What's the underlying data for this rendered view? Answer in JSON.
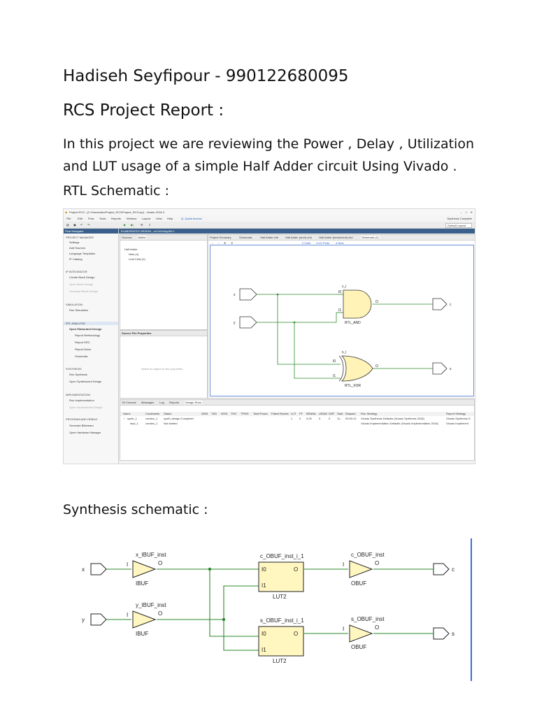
{
  "document": {
    "author_line": "Hadiseh Seyfipour - 990122680095",
    "title": "RCS Project Report :",
    "intro": "In this project we are reviewing the Power , Delay , Utilization and LUT usage of a simple Half Adder circuit Using Vivado .",
    "rtl_heading": "RTL Schematic :",
    "synthesis_heading": "Synthesis schematic :"
  },
  "vivado": {
    "window_title": "Project RCS - [C:/Users/alex/Project_RCS/Project_RCS.xpr] - Vivado 2018.3",
    "menu": [
      "File",
      "Edit",
      "Flow",
      "Tools",
      "Reports",
      "Window",
      "Layout",
      "View",
      "Help"
    ],
    "quick_access": "Q- Quick Access",
    "status_right": "Synthesis Complete",
    "layout_select": "Default Layout",
    "flow_navigator": {
      "header": "Flow Navigator",
      "sections": [
        {
          "title": "PROJECT MANAGER",
          "items": [
            "Settings",
            "Add Sources",
            "Language Templates",
            "IP Catalog"
          ]
        },
        {
          "title": "IP INTEGRATOR",
          "items": [
            "Create Block Design",
            "Open Block Design",
            "Generate Block Design"
          ]
        },
        {
          "title": "SIMULATION",
          "items": [
            "Run Simulation"
          ]
        },
        {
          "title": "RTL ANALYSIS",
          "items": [
            "Open Elaborated Design",
            "Report Methodology",
            "Report DRC",
            "Report Noise",
            "Schematic"
          ]
        },
        {
          "title": "SYNTHESIS",
          "items": [
            "Run Synthesis",
            "Open Synthesized Design"
          ]
        },
        {
          "title": "IMPLEMENTATION",
          "items": [
            "Run Implementation",
            "Open Implemented Design"
          ]
        },
        {
          "title": "PROGRAM AND DEBUG",
          "items": [
            "Generate Bitstream",
            "Open Hardware Manager"
          ]
        }
      ]
    },
    "elaborated_header": "ELABORATED DESIGN - xc7z010clg400-1",
    "sources_panel": {
      "tabs": [
        "Sources",
        "Netlist"
      ],
      "active_tab": "Netlist",
      "tree": [
        "Half Adder",
        "Nets (4)",
        "Leaf Cells (2)"
      ]
    },
    "properties_panel": {
      "title": "Source File Properties",
      "empty_text": "Select an object to see properties"
    },
    "schematic_tabs": [
      "Project Summary",
      "Schematic",
      "Half Adder.vhd",
      "Half Adder (arch).vhd",
      "Half Adder (behavioral).vhd",
      "Schematic (2)"
    ],
    "schematic_toolbar": [
      "2 Cells",
      "4 I/O Ports",
      "4 Nets"
    ],
    "rtl": {
      "inputs": [
        "x",
        "y"
      ],
      "outputs": [
        "c",
        "s"
      ],
      "and_gate": {
        "inst": "c_i",
        "name": "RTL_AND",
        "pins": [
          "I0",
          "I1",
          "O"
        ]
      },
      "xor_gate": {
        "inst": "s_i",
        "name": "RTL_XOR",
        "pins": [
          "I0",
          "I1",
          "O"
        ]
      }
    },
    "bottom_tabs": [
      "Tcl Console",
      "Messages",
      "Log",
      "Reports",
      "Design Runs"
    ],
    "runs_table": {
      "columns": [
        "Name",
        "Constraints",
        "Status",
        "WNS",
        "TNS",
        "WHS",
        "THS",
        "TPWS",
        "Total Power",
        "Failed Routes",
        "LUT",
        "FF",
        "BRAMs",
        "URAM",
        "DSP",
        "Start",
        "Elapsed",
        "Run Strategy",
        "Report Strategy"
      ],
      "rows": [
        {
          "name": "synth_1",
          "constraints": "constrs_1",
          "status": "synth_design Complete!",
          "lut": "1",
          "ff": "0",
          "brams": "0.00",
          "uram": "0",
          "dsp": "0",
          "start": "11...",
          "elapsed": "00:00:12",
          "strategy": "Vivado Synthesis Defaults (Vivado Synthesis 2018)",
          "report": "Vivado Synthesis D"
        },
        {
          "name": "impl_1",
          "constraints": "constrs_1",
          "status": "Not started",
          "lut": "",
          "ff": "",
          "brams": "",
          "uram": "",
          "dsp": "",
          "start": "",
          "elapsed": "",
          "strategy": "Vivado Implementation Defaults (Vivado Implementation 2018)",
          "report": "Vivado Implement"
        }
      ]
    }
  },
  "synthesis": {
    "inputs": [
      "x",
      "y"
    ],
    "outputs": [
      "c",
      "s"
    ],
    "x_ibuf": {
      "inst": "x_IBUF_inst",
      "type": "IBUF",
      "pin_in": "I",
      "pin_out": "O"
    },
    "y_ibuf": {
      "inst": "y_IBUF_inst",
      "type": "IBUF",
      "pin_in": "I",
      "pin_out": "O"
    },
    "c_lut": {
      "inst": "c_OBUF_inst_i_1",
      "type": "LUT2",
      "pins": [
        "I0",
        "I1",
        "O"
      ]
    },
    "s_lut": {
      "inst": "s_OBUF_inst_i_1",
      "type": "LUT2",
      "pins": [
        "I0",
        "I1",
        "O"
      ]
    },
    "c_obuf": {
      "inst": "c_OBUF_inst",
      "type": "OBUF",
      "pin_in": "I",
      "pin_out": "O"
    },
    "s_obuf": {
      "inst": "s_OBUF_inst",
      "type": "OBUF",
      "pin_in": "I",
      "pin_out": "O"
    }
  },
  "colors": {
    "gate_fill": "#fff3b8",
    "wire": "#2b8a2b",
    "vivado_header": "#3a5f8a",
    "synth_buffer_fill": "#fff6c0",
    "accent_rule": "#3a6fd0"
  }
}
